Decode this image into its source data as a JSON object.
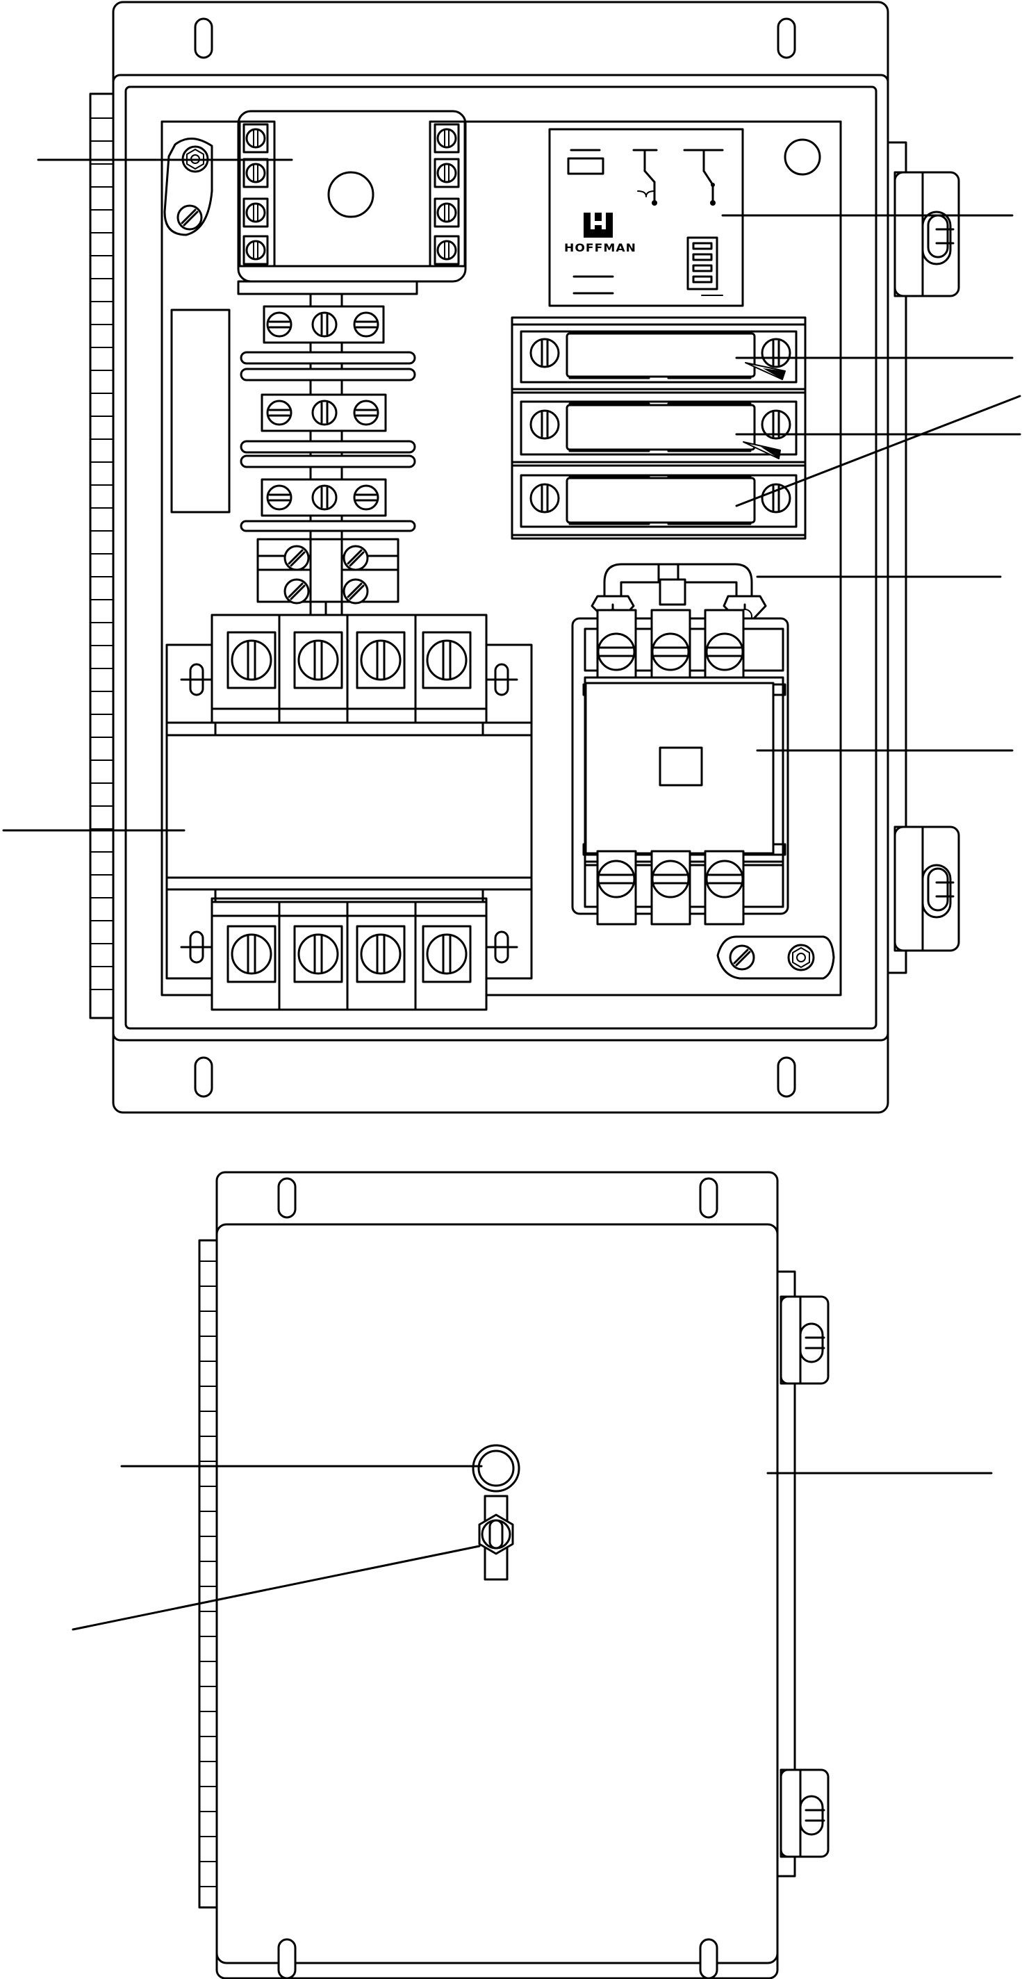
{
  "figure": {
    "views": [
      "interior-view",
      "exterior-door-view"
    ]
  },
  "relay_nameplate": {
    "brand_label": "HOFFMAN"
  },
  "colors": {
    "line": "#000000",
    "background": "#ffffff"
  }
}
